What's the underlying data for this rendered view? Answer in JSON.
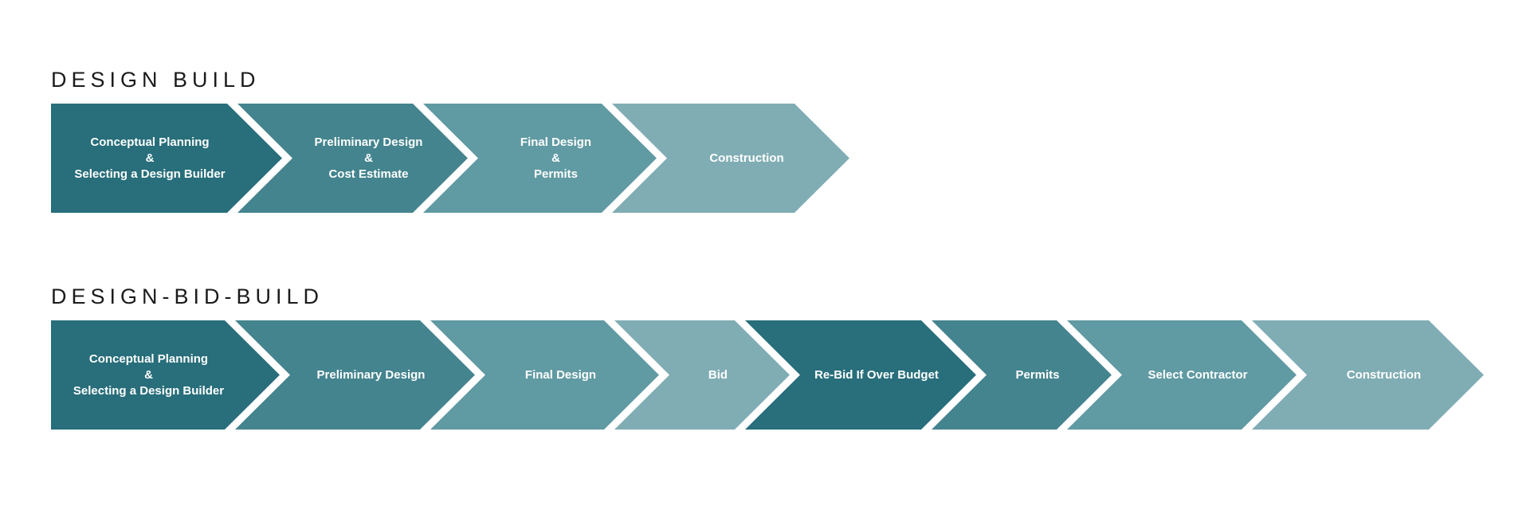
{
  "palette": {
    "dark": "#286E7B",
    "medium": "#44848E",
    "medium_light": "#609AA3",
    "light": "#80ADB4",
    "label_text": "#FFFFFF",
    "title_text": "#1B1B1B",
    "background": "#FFFFFF",
    "separator": "#FFFFFF"
  },
  "diagrams": [
    {
      "title": "DESIGN BUILD",
      "steps": [
        {
          "label_lines": [
            "Conceptual Planning",
            "&",
            "Selecting a Design Builder"
          ],
          "tone": "dark",
          "fill": "#286E7B"
        },
        {
          "label_lines": [
            "Preliminary Design",
            "&",
            "Cost Estimate"
          ],
          "tone": "medium",
          "fill": "#44848E"
        },
        {
          "label_lines": [
            "Final Design",
            "&",
            "Permits"
          ],
          "tone": "medium_light",
          "fill": "#609AA3"
        },
        {
          "label_lines": [
            "Construction"
          ],
          "tone": "light",
          "fill": "#80ADB4"
        }
      ]
    },
    {
      "title": "DESIGN-BID-BUILD",
      "steps": [
        {
          "label_lines": [
            "Conceptual Planning",
            "&",
            "Selecting a Design Builder"
          ],
          "tone": "dark",
          "fill": "#286E7B"
        },
        {
          "label_lines": [
            "Preliminary Design"
          ],
          "tone": "medium",
          "fill": "#44848E"
        },
        {
          "label_lines": [
            "Final Design"
          ],
          "tone": "medium_light",
          "fill": "#609AA3"
        },
        {
          "label_lines": [
            "Bid"
          ],
          "tone": "light",
          "fill": "#80ADB4"
        },
        {
          "label_lines": [
            "Re-Bid If Over Budget"
          ],
          "tone": "dark",
          "fill": "#286E7B"
        },
        {
          "label_lines": [
            "Permits"
          ],
          "tone": "medium",
          "fill": "#44848E"
        },
        {
          "label_lines": [
            "Select Contractor"
          ],
          "tone": "medium_light",
          "fill": "#609AA3"
        },
        {
          "label_lines": [
            "Construction"
          ],
          "tone": "light",
          "fill": "#80ADB4"
        }
      ]
    }
  ]
}
